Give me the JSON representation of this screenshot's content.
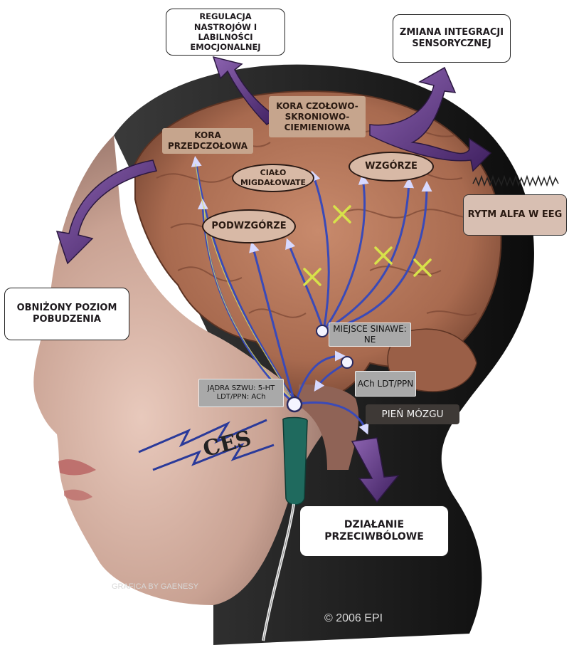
{
  "labels": {
    "mood_regulation": "REGULACJA NASTROJÓW I LABILNOŚCI EMOCJONALNEJ",
    "sensory_integration": "ZMIANA INTEGRACJI SENSORYCZNEJ",
    "prefrontal_cortex": "KORA PRZEDCZOŁOWA",
    "fronto_temporo_parietal_cortex": "KORA CZOŁOWO-SKRONIOWO-CIEMIENIOWA",
    "amygdala": "CIAŁO MIGDAŁOWATE",
    "thalamus": "WZGÓRZE",
    "hypothalamus": "PODWZGÓRZE",
    "alpha_rhythm": "RYTM ALFA W EEG",
    "reduced_arousal": "OBNIŻONY POZIOM POBUDZENIA",
    "locus_coeruleus": "MIEJSCE SINAWE: NE",
    "raphe_nuclei": "JĄDRA SZWU: 5-HT LDT/PPN: ACh",
    "ach_ldt_ppn": "ACh LDT/PPN",
    "brainstem": "PIEŃ MÓZGU",
    "analgesic_effect": "DZIAŁANIE PRZECIWBÓLOWE",
    "ces": "CES"
  },
  "credits": {
    "graphics": "GRAFICA BY GAENESY",
    "copyright": "© 2006 EPI"
  },
  "colors": {
    "background": "#ffffff",
    "head_shadow": "#1c1c1c",
    "skin": "#cfa99a",
    "brain": "#a86a4f",
    "arrow_purple": "#6a3f8a",
    "pathway_blue": "#3a4ab8",
    "cross_yellow": "#d7e24a",
    "electrode_green": "#1f6a5e"
  }
}
